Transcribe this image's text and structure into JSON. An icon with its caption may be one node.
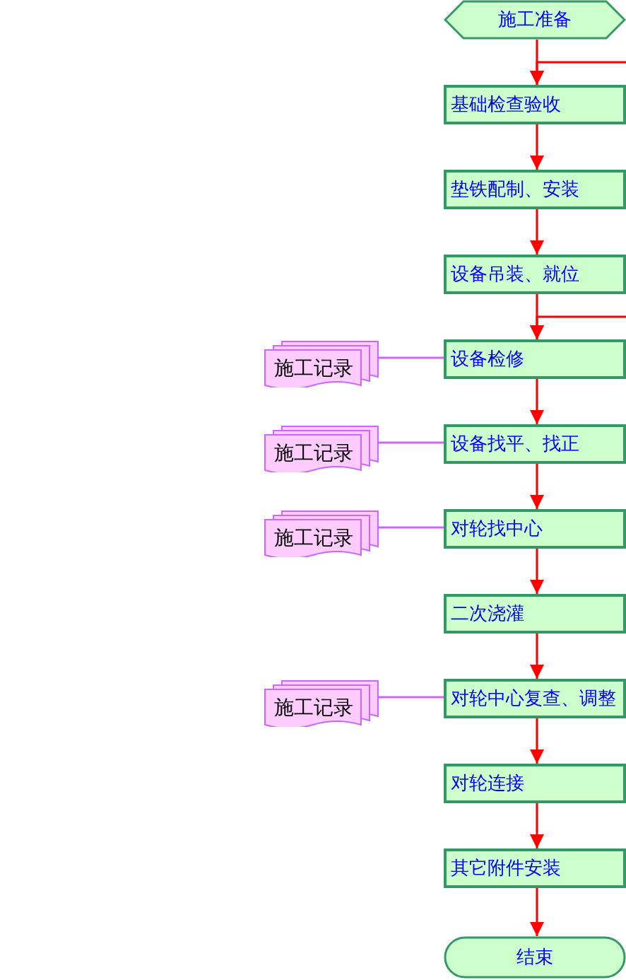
{
  "diagram": {
    "nodes": [
      {
        "text": [
          "施工准备"
        ]
      },
      {
        "text": [
          "基础检查验收"
        ]
      },
      {
        "text": [
          "垫铁配制、安装"
        ]
      },
      {
        "text": [
          "设备吊装、就位"
        ]
      },
      {
        "text": [
          "设备检修"
        ]
      },
      {
        "text": [
          "设备找平、找正"
        ]
      },
      {
        "text": [
          "对轮找中心"
        ]
      },
      {
        "text": [
          "二次浇灌"
        ]
      },
      {
        "text": [
          "对轮中心复查、调整"
        ]
      },
      {
        "text": [
          "对轮连接"
        ]
      },
      {
        "text": [
          "其它附件安装"
        ]
      },
      {
        "text": [
          "结束"
        ]
      },
      {
        "text": [
          "施工记录"
        ]
      },
      {
        "text": [
          "施工记录"
        ]
      },
      {
        "text": [
          "施工记录"
        ]
      },
      {
        "text": [
          "施工记录"
        ]
      }
    ],
    "edges": [
      {
        "from": 0,
        "to": 1,
        "arrow": "to"
      },
      {
        "from": 1,
        "to": 2,
        "arrow": "to"
      },
      {
        "from": 2,
        "to": 3,
        "arrow": "to"
      },
      {
        "from": 3,
        "to": 4,
        "arrow": "to"
      },
      {
        "from": 4,
        "to": 5,
        "arrow": "to"
      },
      {
        "from": 5,
        "to": 6,
        "arrow": "to"
      },
      {
        "from": 6,
        "to": 7,
        "arrow": "to"
      },
      {
        "from": 7,
        "to": 8,
        "arrow": "to"
      },
      {
        "from": 8,
        "to": 9,
        "arrow": "to"
      },
      {
        "from": 9,
        "to": 10,
        "arrow": "to"
      },
      {
        "from": 10,
        "to": 11,
        "arrow": "to"
      },
      {
        "from": null,
        "to": 1,
        "arrow": "to"
      },
      {
        "from": null,
        "to": 4,
        "arrow": "to"
      },
      {
        "from": 12,
        "to": 4,
        "arrow": "none",
        "color": "#cc66ff"
      },
      {
        "from": 13,
        "to": 5,
        "arrow": "none",
        "color": "#cc66ff"
      },
      {
        "from": 14,
        "to": 6,
        "arrow": "none",
        "color": "#cc66ff"
      },
      {
        "from": 15,
        "to": 8,
        "arrow": "none",
        "color": "#cc66ff"
      }
    ]
  }
}
